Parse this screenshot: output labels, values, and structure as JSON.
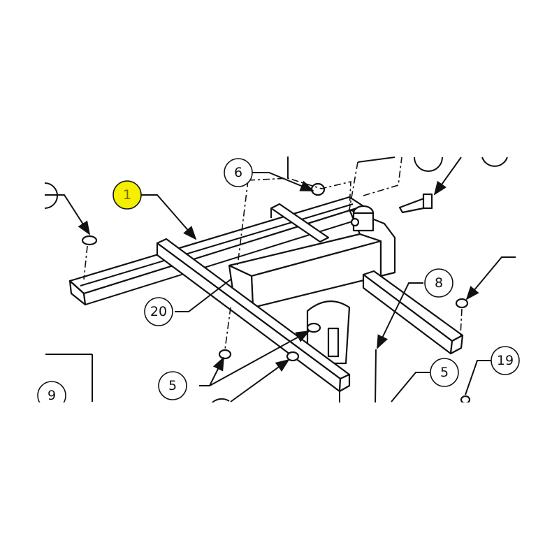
{
  "diagram": {
    "callouts": {
      "c1": "1",
      "c6": "6",
      "c20": "20",
      "c5a": "5",
      "c5b": "5",
      "c8": "8",
      "c19": "19",
      "c9": "9"
    },
    "highlight_color": "#f5ef00"
  }
}
